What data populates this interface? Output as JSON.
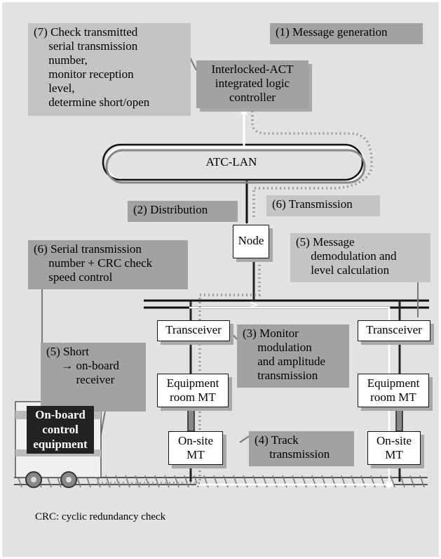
{
  "labels": {
    "step7": "(7) Check transmitted\n     serial transmission\n     number,\n     monitor reception\n     level,\n     determine short/open",
    "step1": "(1) Message generation",
    "controller": "Interlocked-ACT\nintegrated logic\ncontroller",
    "atc_lan": "ATC-LAN",
    "step2": "(2) Distribution",
    "step6_transmission": "(6) Transmission",
    "node": "Node",
    "step5_demod": "(5) Message\n     demodulation and\n     level calculation",
    "step6_serial": "(6) Serial transmission\n     number + CRC check\n     speed control",
    "transceiver_left": "Transceiver",
    "transceiver_right": "Transceiver",
    "step3": "(3) Monitor\n     modulation\n     and amplitude\n     transmission",
    "step5_short": "(5) Short\n     → on-board\n          receiver",
    "equipment_left": "Equipment\nroom MT",
    "equipment_right": "Equipment\nroom MT",
    "onboard": "On-board\ncontrol\nequipment",
    "onsite_left": "On-site\nMT",
    "onsite_right": "On-site\nMT",
    "step4": "(4) Track\n     transmission",
    "footnote": "CRC: cyclic redundancy check"
  }
}
